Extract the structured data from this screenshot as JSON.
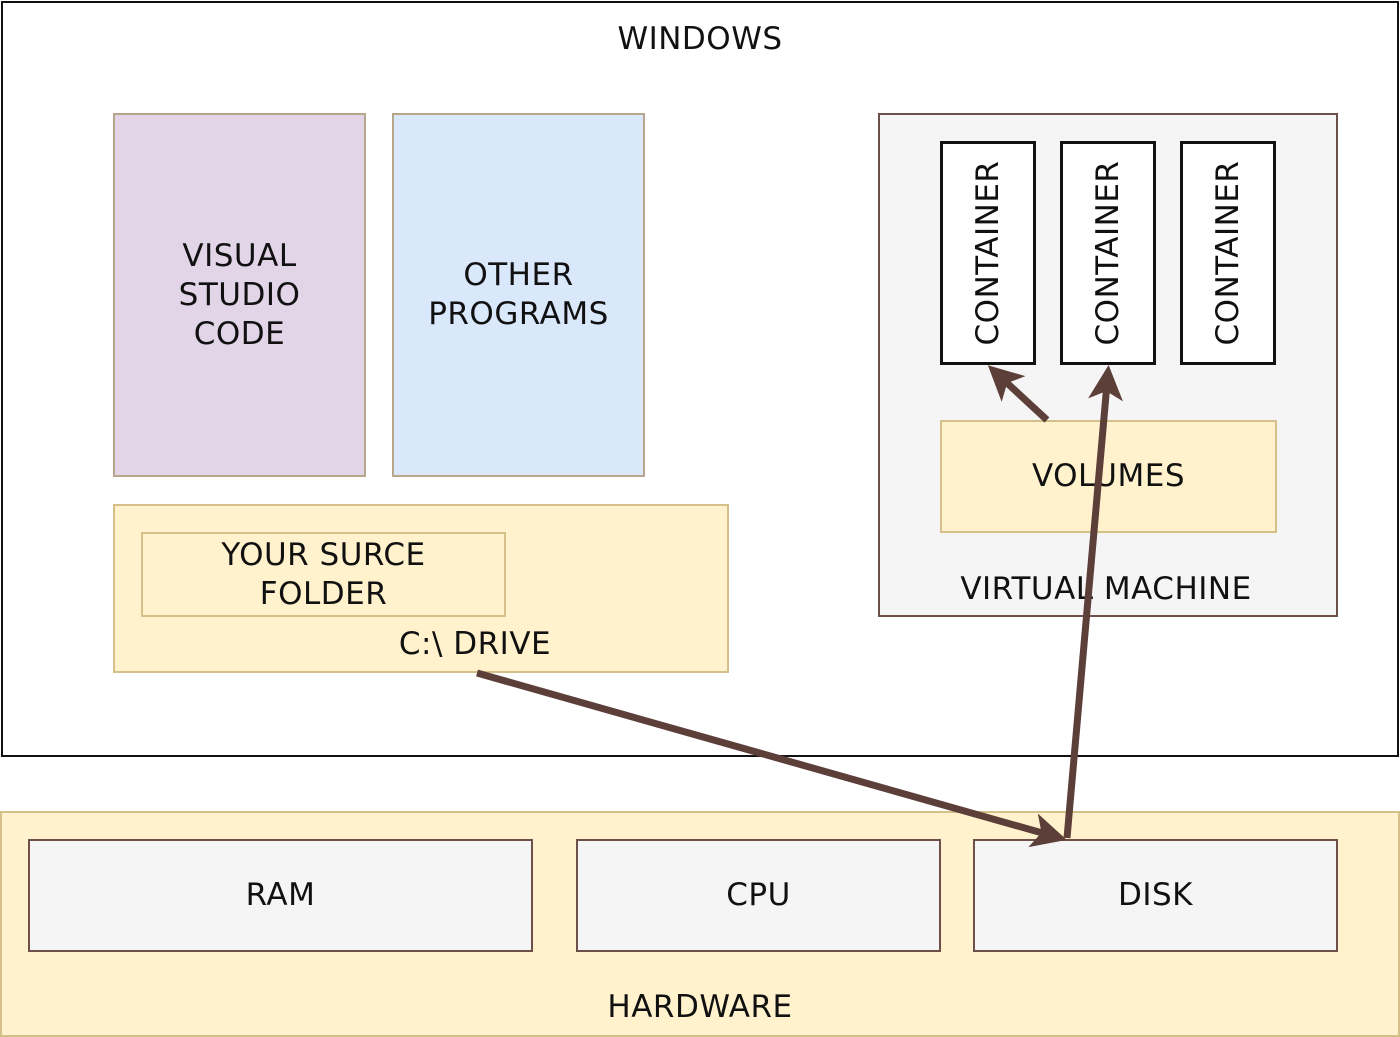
{
  "windows": {
    "label": "WINDOWS"
  },
  "vscode": {
    "label": "VISUAL\nSTUDIO\nCODE"
  },
  "other_programs": {
    "label": "OTHER\nPROGRAMS"
  },
  "c_drive": {
    "label": "C:\\ DRIVE"
  },
  "source_folder": {
    "label": "YOUR SURCE\nFOLDER"
  },
  "virtual_machine": {
    "label": "VIRTUAL MACHINE"
  },
  "containers": [
    {
      "label": "CONTAINER"
    },
    {
      "label": "CONTAINER"
    },
    {
      "label": "CONTAINER"
    }
  ],
  "volumes": {
    "label": "VOLUMES"
  },
  "hardware": {
    "label": "HARDWARE"
  },
  "ram": {
    "label": "RAM"
  },
  "cpu": {
    "label": "CPU"
  },
  "disk": {
    "label": "DISK"
  },
  "colors": {
    "vscode_fill": "#e1d5e7",
    "other_fill": "#dae8fc",
    "drive_fill": "#fff2cc",
    "vm_fill": "#f5f5f5",
    "arrow": "#5d3f3a"
  }
}
